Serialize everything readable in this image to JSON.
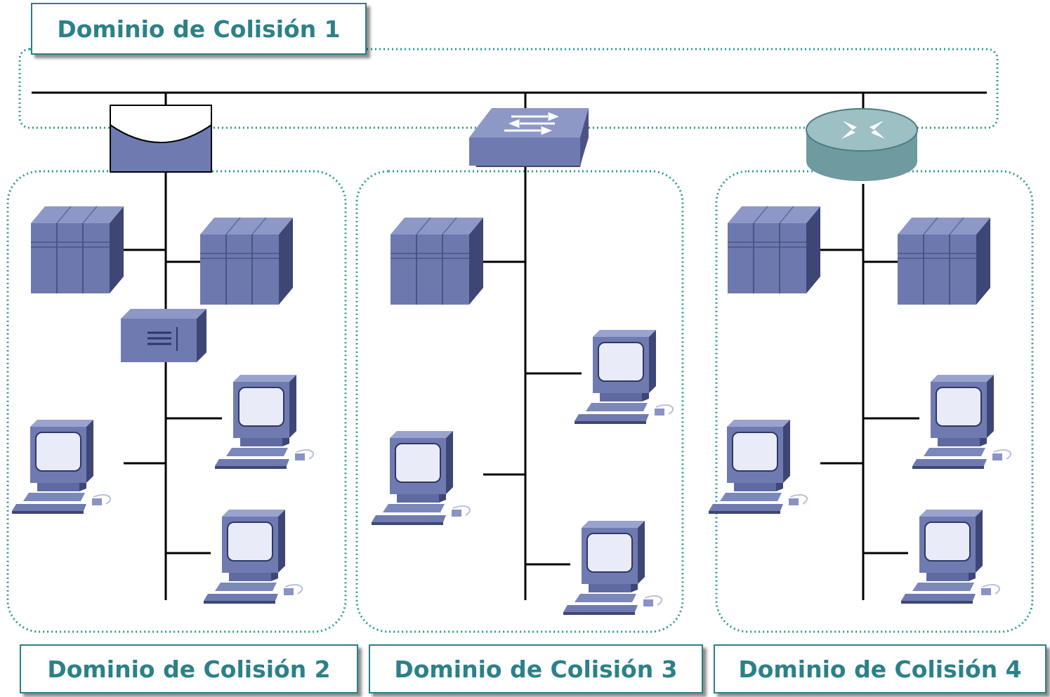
{
  "labels": {
    "domain1": "Dominio de Colisión 1",
    "domain2": "Dominio de Colisión 2",
    "domain3": "Dominio de Colisión 3",
    "domain4": "Dominio de Colisión 4"
  },
  "devices": [
    {
      "type": "bridge",
      "icon": "bridge-icon"
    },
    {
      "type": "switch",
      "icon": "switch-icon"
    },
    {
      "type": "router",
      "icon": "router-icon"
    },
    {
      "type": "server",
      "icon": "server-icon"
    },
    {
      "type": "workstation",
      "icon": "computer-icon"
    },
    {
      "type": "terminal",
      "icon": "terminal-icon"
    }
  ],
  "colors": {
    "accent": "#2a9d8f",
    "label_text": "#2b8189",
    "device_fill": "#6f7bb0",
    "router_fill": "#7fa7aa",
    "link": "#000000"
  }
}
